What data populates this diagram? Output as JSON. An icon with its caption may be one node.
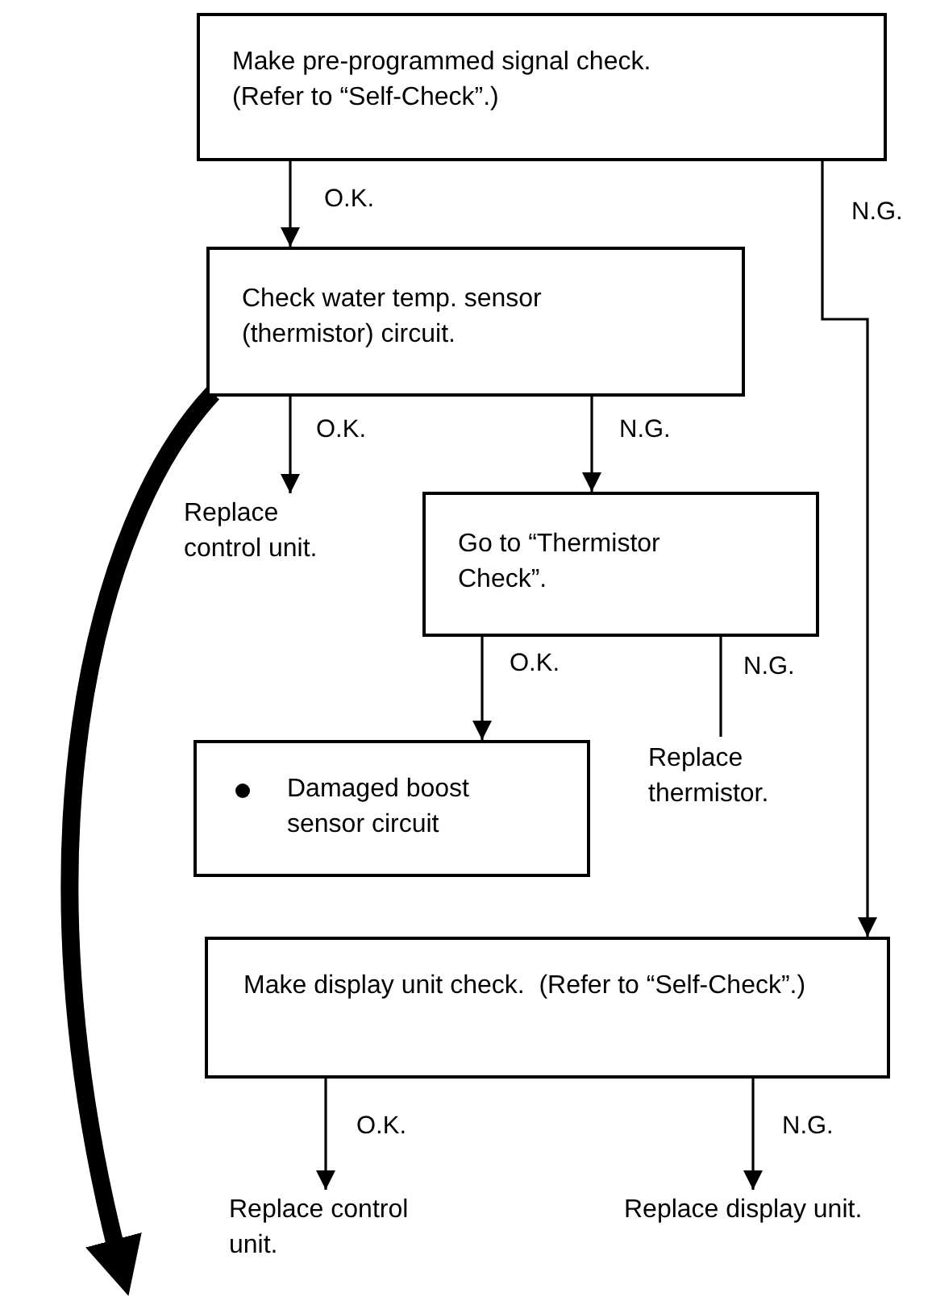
{
  "diagram": {
    "nodes": [
      {
        "text": [
          "Make pre-programmed signal check. (Refer to “Self-Check”.)"
        ]
      },
      {
        "text": [
          "Check water temp. sensor (thermistor) circuit."
        ]
      },
      {
        "text": [
          "Replace control unit."
        ]
      },
      {
        "text": [
          "Go to “Thermistor Check”."
        ]
      },
      {
        "text": [
          "Damaged boost sensor circuit"
        ]
      },
      {
        "text": [
          "Replace thermistor."
        ]
      },
      {
        "text": [
          "Make display unit check.  (Refer to “Self-Check”.)"
        ]
      },
      {
        "text": [
          "Replace control unit."
        ]
      },
      {
        "text": [
          "Replace display unit."
        ]
      }
    ],
    "edges": [
      {
        "from": 0,
        "to": 1,
        "arrow": "to",
        "label": "O.K."
      },
      {
        "from": 0,
        "to": 6,
        "arrow": "to",
        "label": "N.G."
      },
      {
        "from": 1,
        "to": 2,
        "arrow": "to",
        "label": "O.K."
      },
      {
        "from": 1,
        "to": 3,
        "arrow": "to",
        "label": "N.G."
      },
      {
        "from": 3,
        "to": 4,
        "arrow": "to",
        "label": "O.K."
      },
      {
        "from": 3,
        "to": 5,
        "arrow": "none",
        "label": "N.G."
      },
      {
        "from": 6,
        "to": 7,
        "arrow": "to",
        "label": "O.K."
      },
      {
        "from": 6,
        "to": 8,
        "arrow": "to",
        "label": "N.G."
      },
      {
        "from": 1,
        "to": null,
        "arrow": "to",
        "style": "thick"
      }
    ]
  }
}
